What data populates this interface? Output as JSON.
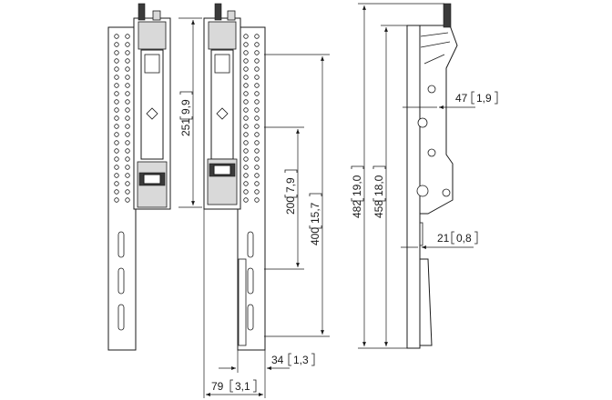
{
  "dimensions": {
    "d251": {
      "mm": "251",
      "in": "9,9"
    },
    "d200": {
      "mm": "200",
      "in": "7,9"
    },
    "d400": {
      "mm": "400",
      "in": "15,7"
    },
    "d34": {
      "mm": "34",
      "in": "1,3"
    },
    "d79": {
      "mm": "79",
      "in": "3,1"
    },
    "d482": {
      "mm": "482",
      "in": "19,0"
    },
    "d458": {
      "mm": "458",
      "in": "18,0"
    },
    "d47": {
      "mm": "47",
      "in": "1,9"
    },
    "d21": {
      "mm": "21",
      "in": "0,8"
    }
  }
}
